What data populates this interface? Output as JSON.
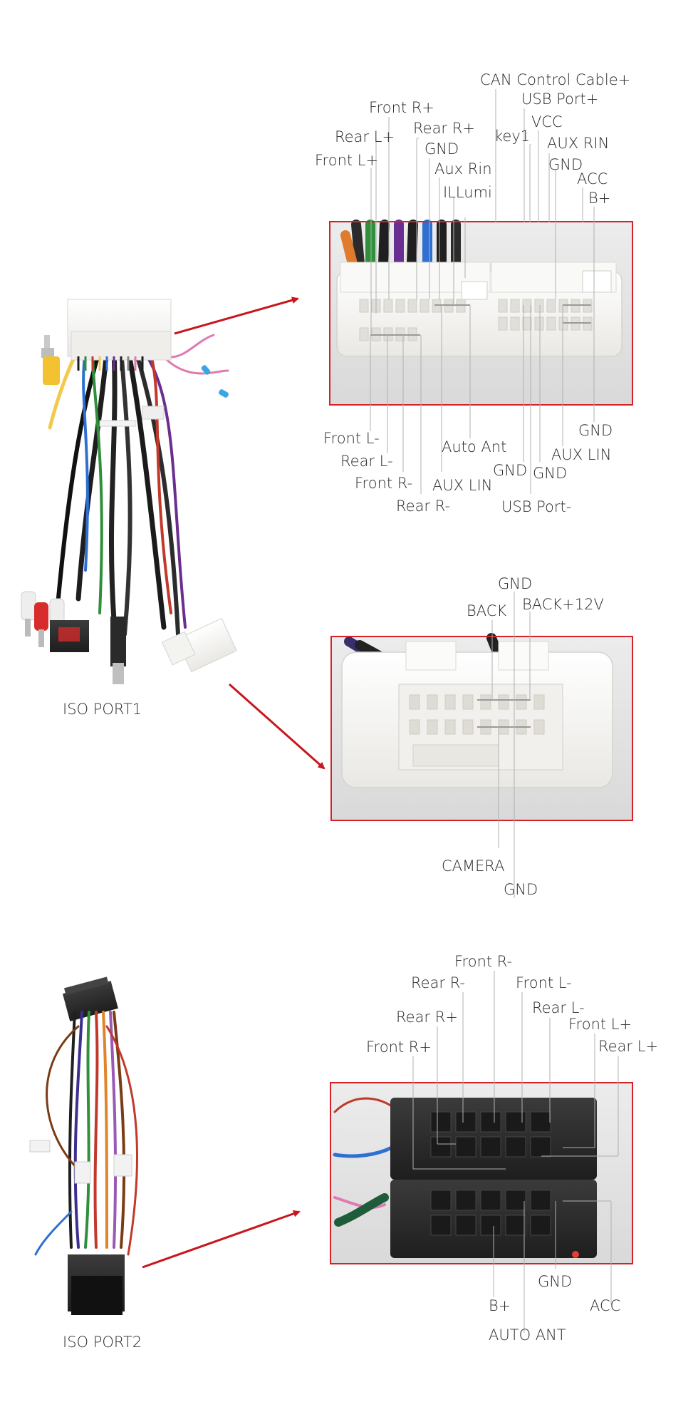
{
  "diagram": {
    "colors": {
      "frame": "#d3222a",
      "arrow": "#c8161e",
      "connector_white": "#f6f6f4",
      "connector_black": "#2e2e2e",
      "leader": "#b0b0b0",
      "label": "#2a2a2a"
    },
    "port1": {
      "caption": "ISO PORT1",
      "connector_a": {
        "top_labels": [
          {
            "id": "p1a-can-control-cable-plus",
            "text": "CAN Control Cable+"
          },
          {
            "id": "p1a-usb-port-plus",
            "text": "USB Port+"
          },
          {
            "id": "p1a-vcc",
            "text": "VCC"
          },
          {
            "id": "p1a-front-r-plus",
            "text": "Front R+"
          },
          {
            "id": "p1a-rear-r-plus",
            "text": "Rear R+"
          },
          {
            "id": "p1a-rear-l-plus",
            "text": "Rear L+"
          },
          {
            "id": "p1a-key1",
            "text": "key1"
          },
          {
            "id": "p1a-aux-rin-upper",
            "text": "AUX RIN"
          },
          {
            "id": "p1a-gnd-top-left",
            "text": "GND"
          },
          {
            "id": "p1a-front-l-plus",
            "text": "Front L+"
          },
          {
            "id": "p1a-gnd-top-right",
            "text": "GND"
          },
          {
            "id": "p1a-aux-rin",
            "text": "Aux Rin"
          },
          {
            "id": "p1a-acc",
            "text": "ACC"
          },
          {
            "id": "p1a-illumi",
            "text": "ILLumi"
          },
          {
            "id": "p1a-b-plus",
            "text": "B+"
          }
        ],
        "bottom_labels": [
          {
            "id": "p1a-gnd-bottom-right",
            "text": "GND"
          },
          {
            "id": "p1a-front-l-minus",
            "text": "Front L-"
          },
          {
            "id": "p1a-auto-ant",
            "text": "Auto Ant"
          },
          {
            "id": "p1a-aux-lin-right",
            "text": "AUX LIN"
          },
          {
            "id": "p1a-rear-l-minus",
            "text": "Rear L-"
          },
          {
            "id": "p1a-gnd-bottom-mid-left",
            "text": "GND"
          },
          {
            "id": "p1a-gnd-bottom-mid-right",
            "text": "GND"
          },
          {
            "id": "p1a-front-r-minus",
            "text": "Front R-"
          },
          {
            "id": "p1a-aux-lin-left",
            "text": "AUX LIN"
          },
          {
            "id": "p1a-rear-r-minus",
            "text": "Rear R-"
          },
          {
            "id": "p1a-usb-port-minus",
            "text": "USB Port-"
          }
        ]
      },
      "connector_b": {
        "top_labels": [
          {
            "id": "p1b-gnd-top",
            "text": "GND"
          },
          {
            "id": "p1b-back",
            "text": "BACK"
          },
          {
            "id": "p1b-back-plus-12v",
            "text": "BACK+12V"
          }
        ],
        "bottom_labels": [
          {
            "id": "p1b-camera",
            "text": "CAMERA"
          },
          {
            "id": "p1b-gnd-bottom",
            "text": "GND"
          }
        ]
      }
    },
    "port2": {
      "caption": "ISO PORT2",
      "connector": {
        "top_labels": [
          {
            "id": "p2-front-r-minus",
            "text": "Front R-"
          },
          {
            "id": "p2-rear-r-minus",
            "text": "Rear R-"
          },
          {
            "id": "p2-front-l-minus",
            "text": "Front L-"
          },
          {
            "id": "p2-rear-l-minus",
            "text": "Rear L-"
          },
          {
            "id": "p2-rear-r-plus",
            "text": "Rear R+"
          },
          {
            "id": "p2-front-l-plus",
            "text": "Front L+"
          },
          {
            "id": "p2-rear-l-plus",
            "text": "Rear L+"
          },
          {
            "id": "p2-front-r-plus",
            "text": "Front R+"
          }
        ],
        "bottom_labels": [
          {
            "id": "p2-gnd",
            "text": "GND"
          },
          {
            "id": "p2-b-plus",
            "text": "B+"
          },
          {
            "id": "p2-acc",
            "text": "ACC"
          },
          {
            "id": "p2-auto-ant",
            "text": "AUTO ANT"
          }
        ]
      }
    }
  }
}
